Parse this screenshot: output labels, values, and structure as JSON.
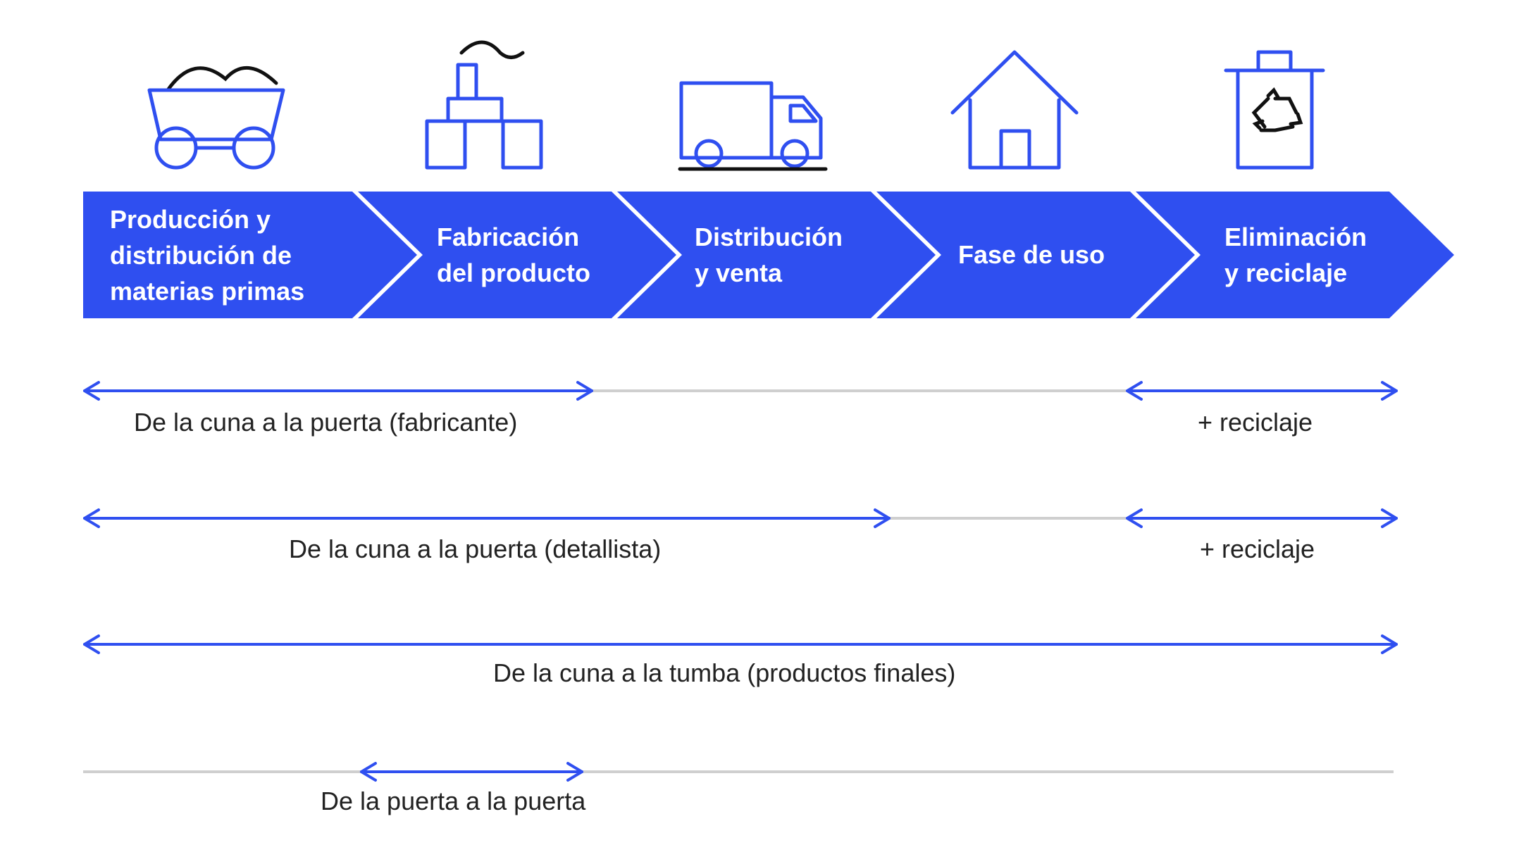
{
  "colors": {
    "accent": "#2f4ff0",
    "text": "#222222",
    "guide": "#cfcfcf"
  },
  "stages": [
    {
      "icon": "mine-cart-icon",
      "lines": [
        "Producción y",
        "distribución de",
        "materias primas"
      ]
    },
    {
      "icon": "factory-icon",
      "lines": [
        "Fabricación",
        "del producto"
      ]
    },
    {
      "icon": "truck-icon",
      "lines": [
        "Distribución",
        "y venta"
      ]
    },
    {
      "icon": "house-icon",
      "lines": [
        "Fase de uso"
      ]
    },
    {
      "icon": "recycle-bin-icon",
      "lines": [
        "Eliminación",
        "y reciclaje"
      ]
    }
  ],
  "ranges": [
    {
      "label": "De la cuna a la puerta (fabricante)",
      "extra": "+ reciclaje"
    },
    {
      "label": "De la cuna a la puerta (detallista)",
      "extra": "+ reciclaje"
    },
    {
      "label": "De la cuna a la tumba (productos finales)"
    },
    {
      "label": "De la puerta a la puerta"
    }
  ]
}
